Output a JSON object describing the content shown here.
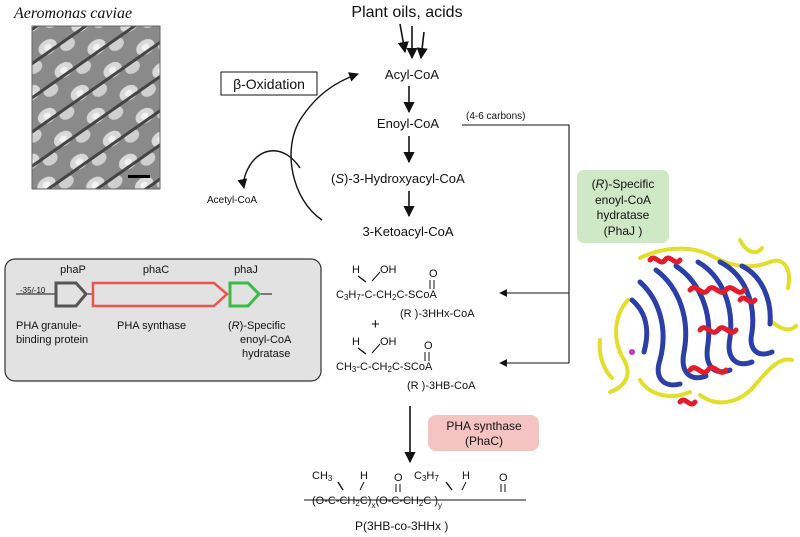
{
  "organism": {
    "name": "Aeromonas caviae"
  },
  "pathway": {
    "source": "Plant oils, acids",
    "acyl_coa": "Acyl-CoA",
    "enoyl_coa": "Enoyl-CoA",
    "carbons_note": "(4-6 carbons)",
    "hydroxyacyl_prefix": "(",
    "hydroxyacyl_s": "S",
    "hydroxyacyl_suffix": ")-3-Hydroxyacyl-CoA",
    "ketoacyl_coa": "3-Ketoacyl-CoA",
    "acetyl_coa": "Acetyl-CoA",
    "beta_oxidation": "β-Oxidation"
  },
  "operon": {
    "promoter": "-35/-10",
    "genes": [
      "phaP",
      "phaC",
      "phaJ"
    ],
    "colors": {
      "phaP": "#555555",
      "phaC": "#e8544f",
      "phaJ": "#3cb94a",
      "box_fill": "#e2e2e2"
    },
    "labels": {
      "phaP_line1": "PHA granule-",
      "phaP_line2": "binding protein",
      "phaC": "PHA  synthase",
      "phaJ_line1_r": "R",
      "phaJ_line1_rest": ")-Specific",
      "phaJ_line2": "enoyl-CoA",
      "phaJ_line3": "hydratase"
    }
  },
  "enzyme_phaj": {
    "line1_r": "R",
    "line1_rest": ")-Specific",
    "line2": "enoyl-CoA",
    "line3": "hydratase",
    "line4": "(PhaJ )",
    "fill": "#cfe8c6"
  },
  "enzyme_phac": {
    "line1": "PHA  synthase",
    "line2": "(PhaC)",
    "fill": "#f6c3c3"
  },
  "monomers": {
    "hhx_label": "(R )-3HHx-CoA",
    "hb_label": "(R )-3HB-CoA",
    "plus": "+",
    "polymer_label": "P(3HB-co-3HHx )"
  },
  "structure_colors": {
    "helix": "#e21d2b",
    "sheet": "#2b3fa6",
    "coil": "#e2de2c",
    "accent": "#c23bb3"
  }
}
